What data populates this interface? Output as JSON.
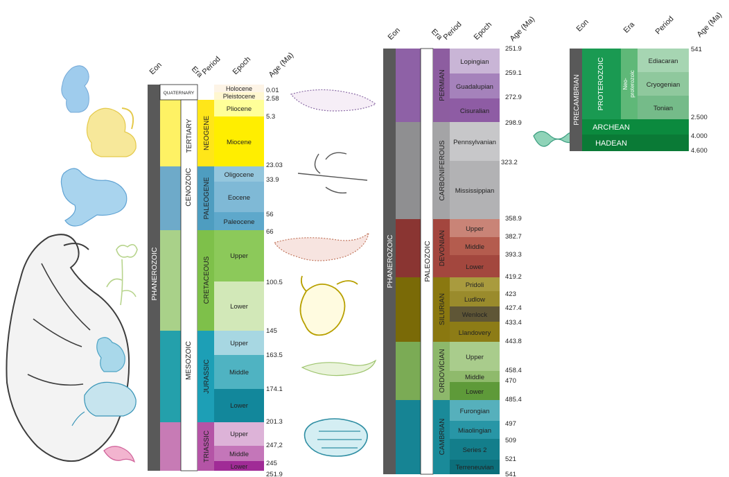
{
  "column1": {
    "headers": {
      "eon": "Eon",
      "era": "Era",
      "period": "Period",
      "epoch": "Epoch",
      "age": "Age (Ma)"
    },
    "eon": {
      "label": "PHANEROZOIC",
      "color": "#595959"
    },
    "eras": {
      "cenozoic": {
        "label": "CENOZOIC"
      },
      "mesozoic": {
        "label": "MESOZOIC"
      }
    },
    "subperiods": {
      "quaternary": {
        "label": "QUATERNARY"
      },
      "tertiary": {
        "label": "TERTIARY"
      }
    },
    "periods": [
      {
        "key": "neogene",
        "label": "NEOGENE",
        "color": "#ffe619"
      },
      {
        "key": "paleogene",
        "label": "PALEOGENE",
        "color": "#fd9a52"
      },
      {
        "key": "cretaceous",
        "label": "CRETACEOUS",
        "color": "#7fc64e"
      },
      {
        "key": "jurassic",
        "label": "JURASSIC",
        "color": "#34b2c9"
      },
      {
        "key": "triassic",
        "label": "TRIASSIC",
        "color": "#812b92"
      }
    ],
    "epochs": [
      {
        "label": "Holocene",
        "color": "#fdeddd"
      },
      {
        "label": "Pleistocene",
        "color": "#fff2ae"
      },
      {
        "label": "Pliocene",
        "color": "#ffff99"
      },
      {
        "label": "Miocene",
        "color": "#ffff00"
      },
      {
        "label": "Oligocene",
        "color": "#fec07a"
      },
      {
        "label": "Eocene",
        "color": "#fdb46c"
      },
      {
        "label": "Paleocene",
        "color": "#fda75f"
      },
      {
        "label": "Upper",
        "color": "#a6d84a"
      },
      {
        "label": "Lower",
        "color": "#8ccd57"
      },
      {
        "label": "Upper",
        "color": "#b3e3ee"
      },
      {
        "label": "Middle",
        "color": "#80cfd8"
      },
      {
        "label": "Lower",
        "color": "#42aed0"
      },
      {
        "label": "Upper",
        "color": "#bd8cc3"
      },
      {
        "label": "Middle",
        "color": "#b168b1"
      },
      {
        "label": "Lower",
        "color": "#983999"
      }
    ],
    "ages": [
      "0.01",
      "2.58",
      "5.3",
      "23.03",
      "33.9",
      "56",
      "66",
      "100.5",
      "145",
      "163.5",
      "174.1",
      "201.3",
      "247,2",
      "245",
      "251.9"
    ]
  },
  "column2": {
    "headers": {
      "eon": "Eon",
      "era": "Era",
      "period": "Period",
      "epoch": "Epoch",
      "age": "Age (Ma)"
    },
    "eon": {
      "label": "PHANEROZOIC"
    },
    "era": {
      "label": "PALEOZOIC"
    },
    "periods": [
      {
        "key": "permian",
        "label": "PERMIAN",
        "color": "#f04028"
      },
      {
        "key": "carboniferous",
        "label": "CARBONIFEROUS",
        "color": "#67a599"
      },
      {
        "key": "devonian",
        "label": "DEVONIAN",
        "color": "#cb8c37"
      },
      {
        "key": "silurian",
        "label": "SILURIAN",
        "color": "#b3e1b6"
      },
      {
        "key": "ordovician",
        "label": "ORDOVÍCIAN",
        "color": "#009270"
      },
      {
        "key": "cambrian",
        "label": "CAMBRIAN",
        "color": "#7fa056"
      }
    ],
    "epochs": [
      {
        "label": "Lopingian",
        "color": "#fba794"
      },
      {
        "label": "Guadalupian",
        "color": "#fb745c"
      },
      {
        "label": "Cisuralian",
        "color": "#ef5845"
      },
      {
        "label": "Pennsylvanian",
        "color": "#99c2b5"
      },
      {
        "label": "Mississippian",
        "color": "#678f66"
      },
      {
        "label": "Upper",
        "color": "#f2edc5"
      },
      {
        "label": "Middle",
        "color": "#f1c868"
      },
      {
        "label": "Lower",
        "color": "#e5ac4d"
      },
      {
        "label": "Pridoli",
        "color": "#e6f5e1"
      },
      {
        "label": "Ludlow",
        "color": "#bfe6cf"
      },
      {
        "label": "Wenlock",
        "color": "#b3e1c2"
      },
      {
        "label": "Llandovery",
        "color": "#99d7b3"
      },
      {
        "label": "Upper",
        "color": "#7fca93"
      },
      {
        "label": "Middle",
        "color": "#4db47e"
      },
      {
        "label": "Lower",
        "color": "#1a9d6f"
      },
      {
        "label": "Furongian",
        "color": "#b3e095"
      },
      {
        "label": "Miaolingian",
        "color": "#a6cf86"
      },
      {
        "label": "Series 2",
        "color": "#99c078"
      },
      {
        "label": "Terreneuvian",
        "color": "#8cb06c"
      }
    ],
    "ages": [
      "251.9",
      "259.1",
      "272.9",
      "298.9",
      "323.2",
      "358.9",
      "382.7",
      "393.3",
      "419.2",
      "423",
      "427.4",
      "433.4",
      "443.8",
      "458.4",
      "470",
      "485.4",
      "497",
      "509",
      "521",
      "541"
    ]
  },
  "column3": {
    "headers": {
      "eon": "Eon",
      "era": "Era",
      "period": "Period",
      "age": "Age (Ma)"
    },
    "eon": {
      "label": "PRECAMBRIAN"
    },
    "proterozoic": {
      "label": "PROTEROZOIC"
    },
    "neoproterozoic": {
      "line1": "Neo-",
      "line2": "proterozoic"
    },
    "periods": [
      {
        "label": "Ediacaran",
        "color": "#fed96a"
      },
      {
        "label": "Cryogenian",
        "color": "#fecc5c"
      },
      {
        "label": "Tonian",
        "color": "#febf4e"
      }
    ],
    "archean": {
      "label": "ARCHEAN",
      "color": "#f0047f"
    },
    "hadean": {
      "label": "HADEAN",
      "color": "#ae027e"
    },
    "ages": [
      "541",
      "2.500",
      "4.000",
      "4.600"
    ]
  },
  "colors": {
    "eon_bar": "#595959",
    "quaternary": "#ffffff",
    "cenozoic": "#f2f9fc",
    "mesozoic": "#67c5ca",
    "paleozoic": "#99c08d",
    "proterozoic": "#f73563",
    "neoproterozoic": "#feb342",
    "line_art": "#3c3c3c"
  }
}
